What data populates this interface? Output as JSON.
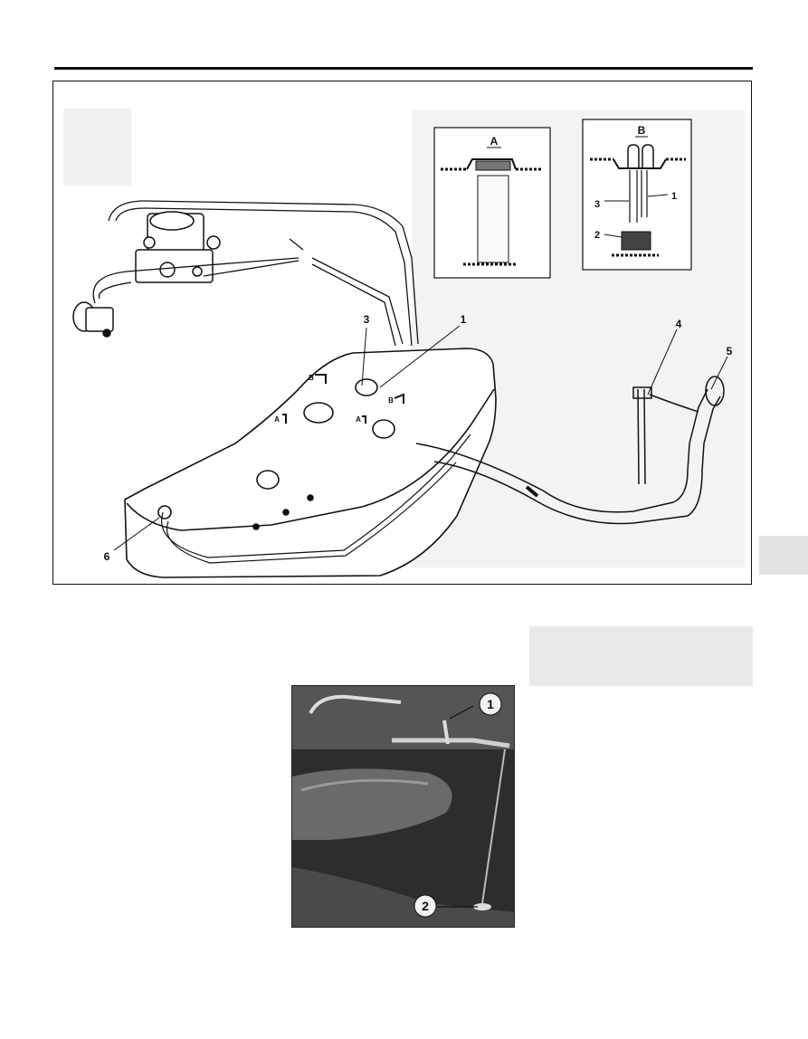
{
  "figure": {
    "inset_a": {
      "label": "A"
    },
    "inset_b": {
      "label": "B",
      "callouts": [
        "3",
        "1",
        "2"
      ]
    },
    "callouts": [
      "3",
      "1",
      "4",
      "5",
      "6"
    ],
    "section_markers": [
      "B",
      "B",
      "A",
      "A"
    ]
  },
  "photo": {
    "callouts": [
      "1",
      "2"
    ]
  }
}
